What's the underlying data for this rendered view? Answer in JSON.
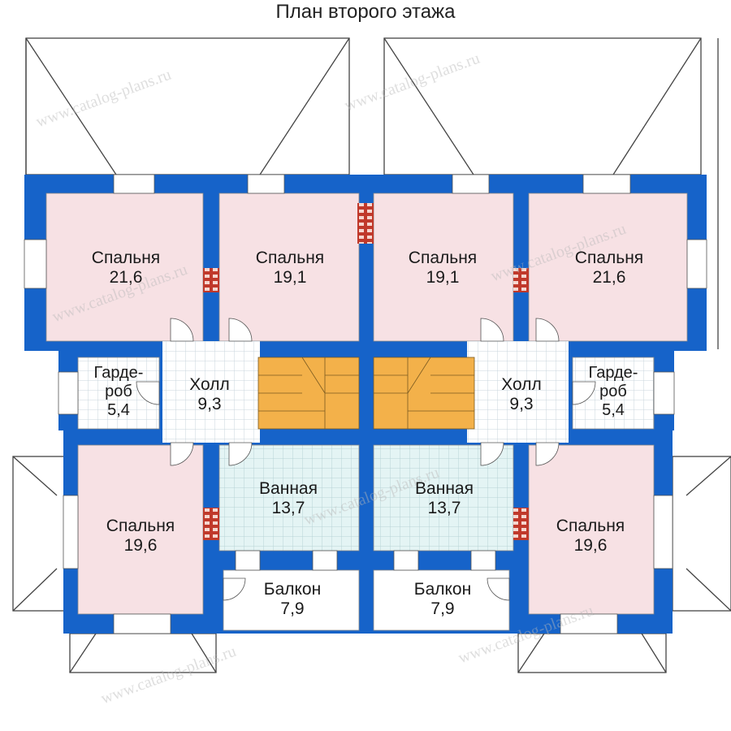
{
  "title": "План второго этажа",
  "watermark": "www.catalog-plans.ru",
  "colors": {
    "wall": "#1663c9",
    "bedroom_floor": "#f7e1e4",
    "tile_floor": "#ffffff",
    "tile_grid": "#c9d5dc",
    "bath_floor": "#e4f4f4",
    "stair": "#f3b14a",
    "brick": "#c0392b",
    "roof_line": "#444444"
  },
  "rooms": [
    {
      "id": "bed-nw",
      "name": "Спальня",
      "area": "21,6"
    },
    {
      "id": "bed-n2",
      "name": "Спальня",
      "area": "19,1"
    },
    {
      "id": "bed-n3",
      "name": "Спальня",
      "area": "19,1"
    },
    {
      "id": "bed-ne",
      "name": "Спальня",
      "area": "21,6"
    },
    {
      "id": "ward-w",
      "name": "Гарде-\nроб",
      "area": "5,4"
    },
    {
      "id": "hall-w",
      "name": "Холл",
      "area": "9,3"
    },
    {
      "id": "hall-e",
      "name": "Холл",
      "area": "9,3"
    },
    {
      "id": "ward-e",
      "name": "Гарде-\nроб",
      "area": "5,4"
    },
    {
      "id": "bath-w",
      "name": "Ванная",
      "area": "13,7"
    },
    {
      "id": "bath-e",
      "name": "Ванная",
      "area": "13,7"
    },
    {
      "id": "bed-sw",
      "name": "Спальня",
      "area": "19,6"
    },
    {
      "id": "bed-se",
      "name": "Спальня",
      "area": "19,6"
    },
    {
      "id": "balc-w",
      "name": "Балкон",
      "area": "7,9"
    },
    {
      "id": "balc-e",
      "name": "Балкон",
      "area": "7,9"
    }
  ]
}
